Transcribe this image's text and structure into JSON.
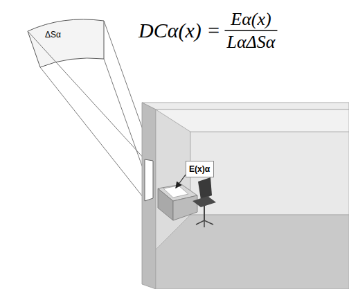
{
  "diagram": {
    "nodes": [
      {
        "text": [
          "ΔSα"
        ]
      },
      {
        "text": [
          "E(x)α"
        ]
      }
    ],
    "labels": [
      "DCα(x) =",
      "Eα(x)",
      "LαΔSα"
    ]
  }
}
